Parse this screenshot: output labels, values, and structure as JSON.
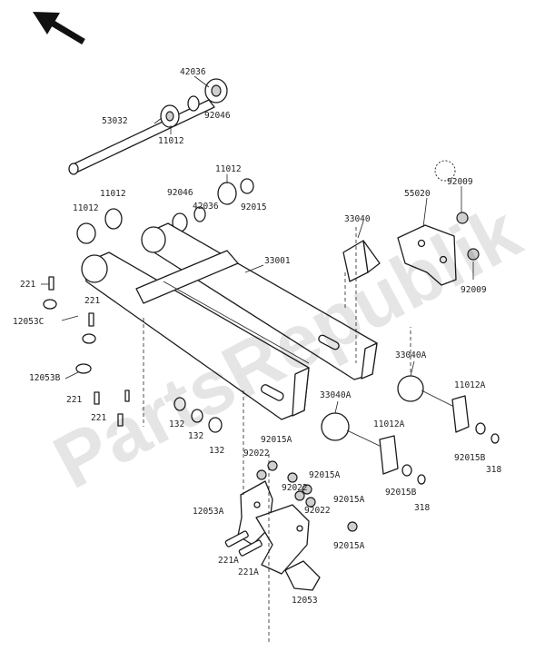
{
  "watermark": "PartsRepublik",
  "labels": {
    "l_42036_top": "42036",
    "l_92046_top": "92046",
    "l_53032": "53032",
    "l_11012_top": "11012",
    "l_11012_r": "11012",
    "l_92046_mid": "92046",
    "l_92015_mid": "92015",
    "l_42036_mid": "42036",
    "l_11012_ml": "11012",
    "l_11012_l": "11012",
    "l_33001": "33001",
    "l_33040": "33040",
    "l_55020": "55020",
    "l_92009_a": "92009",
    "l_92009_b": "92009",
    "l_221_a": "221",
    "l_221_b": "221",
    "l_12053C": "12053C",
    "l_12053B": "12053B",
    "l_221_c": "221",
    "l_221_d": "221",
    "l_132_a": "132",
    "l_132_b": "132",
    "l_132_c": "132",
    "l_33040A_r": "33040A",
    "l_11012A_r": "11012A",
    "l_92015B_r": "92015B",
    "l_318_r": "318",
    "l_33040A_m": "33040A",
    "l_11012A_m": "11012A",
    "l_92015B_m": "92015B",
    "l_318_m": "318",
    "l_92015A_1": "92015A",
    "l_92022_1": "92022",
    "l_92015A_2": "92015A",
    "l_92022_2": "92022",
    "l_92015A_3": "92015A",
    "l_92022_3": "92022",
    "l_12053A": "12053A",
    "l_92015A_4": "92015A",
    "l_221A_a": "221A",
    "l_221A_b": "221A",
    "l_12053": "12053"
  }
}
